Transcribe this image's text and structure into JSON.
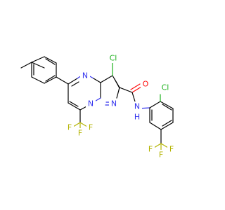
{
  "labels": {
    "cl_top": "Cl",
    "cl_right": "Cl",
    "o": "O",
    "n_ring": "N",
    "n_bridge1": "N",
    "n_bridge2": "N",
    "nh": "N",
    "h": "H",
    "f": "F"
  },
  "colors": {
    "N": "#3333ee",
    "O": "#ff0d0d",
    "Cl": "#1ab01a",
    "F": "#b3b300",
    "C": "#000000"
  }
}
